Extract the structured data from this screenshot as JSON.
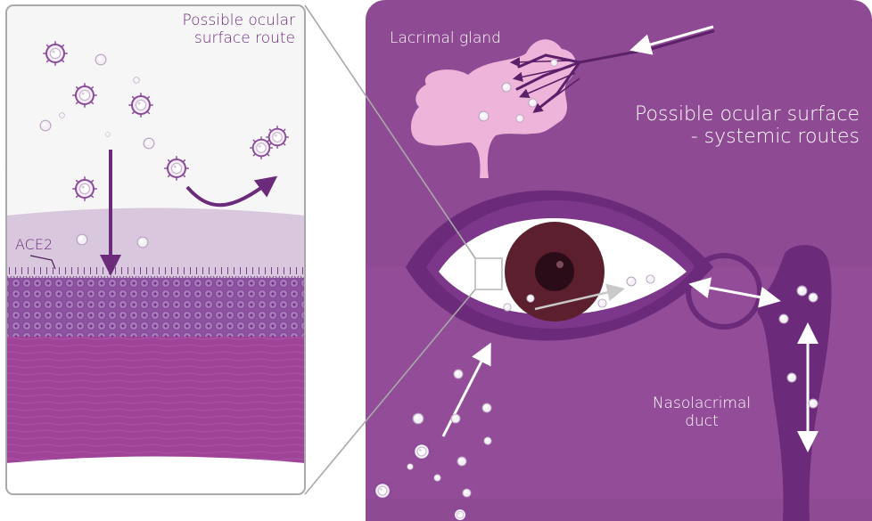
{
  "labels": {
    "inset_title_line1": "Possible ocular",
    "inset_title_line2": "surface route",
    "receptor": "ACE2",
    "gland": "Lacrimal gland",
    "systemic_line1": "Possible ocular surface",
    "systemic_line2": "- systemic routes",
    "duct_line1": "Nasolacrimal",
    "duct_line2": "duct"
  },
  "colors": {
    "background_purple": "#8f4a94",
    "deep_purple": "#6b2a7a",
    "tissue_light": "#d9c7de",
    "epithelium": "#8a4a9a",
    "stroma": "#9e3f96",
    "gland_pink": "#f3b9dd",
    "iris": "#5c1f2e",
    "arrow": "#ffffff"
  },
  "icons": [
    "virus-particle-icon",
    "arrow-icon"
  ]
}
